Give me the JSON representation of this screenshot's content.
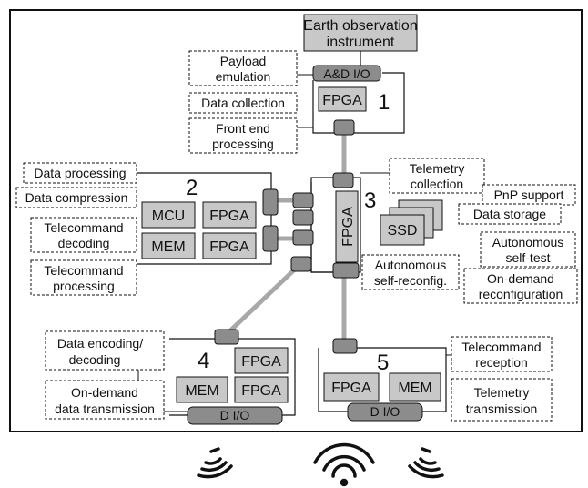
{
  "colors": {
    "chip_fill": "#c8c8c8",
    "chip_dark": "#8c8c8c",
    "link": "#a8a8a8",
    "line": "#111111"
  },
  "instrument": {
    "line1": "Earth observation",
    "line2": "instrument"
  },
  "module1": {
    "number": "1",
    "io_label": "A&D I/O",
    "fpga": "FPGA",
    "functions": {
      "payload_emulation": [
        "Payload",
        "emulation"
      ],
      "data_collection": "Data collection",
      "front_end_processing": [
        "Front end",
        "processing"
      ]
    }
  },
  "module2": {
    "number": "2",
    "mcu": "MCU",
    "fpga_top": "FPGA",
    "mem": "MEM",
    "fpga_bottom": "FPGA",
    "functions": {
      "data_processing": "Data processing",
      "data_compression": "Data compression",
      "telecommand_decoding": [
        "Telecommand",
        "decoding"
      ],
      "telecommand_processing": [
        "Telecommand",
        "processing"
      ]
    }
  },
  "module3": {
    "number": "3",
    "fpga": "FPGA",
    "ssd": "SSD",
    "functions": {
      "telemetry_collection": [
        "Telemetry",
        "collection"
      ],
      "pnp_support": "PnP support",
      "data_storage": "Data storage",
      "autonomous_self_test": [
        "Autonomous",
        "self-test"
      ],
      "autonomous_self_reconfig": [
        "Autonomous",
        "self-reconfig."
      ],
      "on_demand_reconfiguration": [
        "On-demand",
        "reconfiguration"
      ]
    }
  },
  "module4": {
    "number": "4",
    "fpga_top": "FPGA",
    "mem": "MEM",
    "fpga_bottom": "FPGA",
    "io_label": "D I/O",
    "functions": {
      "data_encoding_decoding": [
        "Data encoding/",
        "decoding"
      ],
      "on_demand_data_transmission": [
        "On-demand",
        "data transmission"
      ]
    }
  },
  "module5": {
    "number": "5",
    "fpga": "FPGA",
    "mem": "MEM",
    "io_label": "D I/O",
    "functions": {
      "telecommand_reception": [
        "Telecommand",
        "reception"
      ],
      "telemetry_transmission": [
        "Telemetry",
        "transmission"
      ]
    }
  },
  "antennas": [
    "wifi-icon-left",
    "wifi-icon-center",
    "wifi-icon-right"
  ]
}
